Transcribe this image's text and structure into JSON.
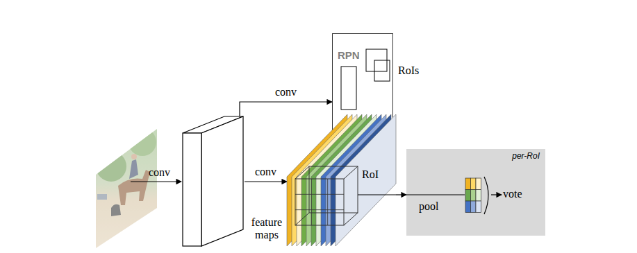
{
  "diagram": {
    "nodes": [
      {
        "text": [
          "feature maps"
        ]
      },
      {
        "text": [
          "RPN",
          "RoIs"
        ]
      },
      {
        "text": [
          "RoI"
        ]
      },
      {
        "text": [
          "per-RoI"
        ]
      }
    ],
    "edges": [
      {
        "from": 0,
        "to": 1,
        "arrow": "to",
        "label": "conv"
      },
      {
        "from": 0,
        "to": 2,
        "arrow": "to",
        "label": "conv"
      },
      {
        "from": 2,
        "to": 3,
        "arrow": "to",
        "label": "pool"
      }
    ],
    "labels": [
      "conv",
      "vote"
    ]
  }
}
